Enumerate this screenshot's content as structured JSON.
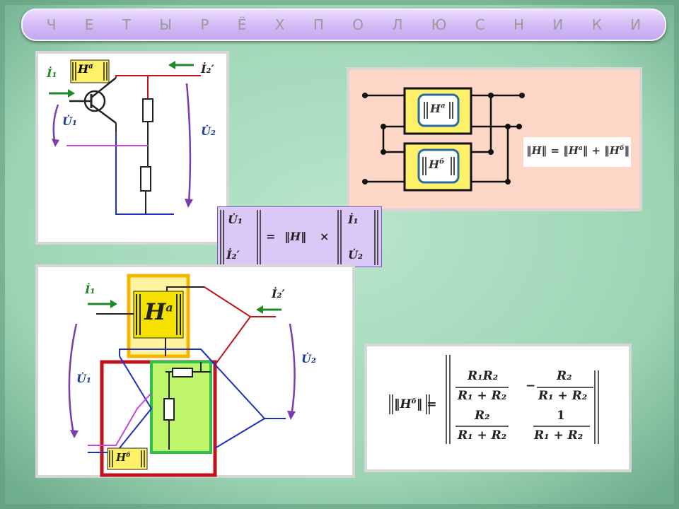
{
  "title": "Ч Е Т Ы Р Ё Х П О Л Ю С Н И К И",
  "panel1": {
    "matrix": "H",
    "matrix_sup": "а",
    "i1": "İ₁",
    "u1": "U̇₁",
    "i2": "İ₂′",
    "u2": "U̇₂"
  },
  "panel2": {
    "block_top": "H",
    "block_top_sup": "а",
    "block_bottom": "H",
    "block_bottom_sup": "б",
    "formula_lhs": "‖H‖ =",
    "formula_rhs_a": "‖H",
    "formula_rhs_a_sup": "а",
    "formula_plus": "‖ +",
    "formula_rhs_b": "‖H",
    "formula_rhs_b_sup": "б",
    "formula_end": "‖"
  },
  "equation": {
    "vec_left_1": "U̇₁",
    "vec_left_2": "İ₂′",
    "equals": "=",
    "matrix": "‖H‖",
    "times": "×",
    "vec_right_1": "İ₁",
    "vec_right_2": "U̇₂"
  },
  "panel3": {
    "matrix": "H",
    "matrix_sup": "а",
    "matrix_b": "H",
    "matrix_b_sup": "б",
    "i1": "İ₁",
    "u1": "U̇₁",
    "i2": "İ₂′",
    "u2": "U̇₂"
  },
  "panel4": {
    "lhs": "‖H",
    "lhs_sup": "б",
    "lhs_end": "‖ =",
    "m11_num": "R₁R₂",
    "m11_den": "R₁ + R₂",
    "m12_sign": "−",
    "m12_num": "R₂",
    "m12_den": "R₁ + R₂",
    "m21_num": "R₂",
    "m21_den": "R₁ + R₂",
    "m22_num": "1",
    "m22_den": "R₁ + R₂"
  },
  "colors": {
    "background": "#9dd4b4",
    "title_bar": "#d2b9f5",
    "wire_red": "#c0141c",
    "wire_blue": "#1f2fc0",
    "wire_magenta": "#cc44e0",
    "arrow_purple": "#7a3cb0",
    "arrow_green": "#1f8a2a",
    "block_yellow": "#fff06a",
    "block_green": "#bff56a",
    "peach": "#fcd6c6"
  }
}
